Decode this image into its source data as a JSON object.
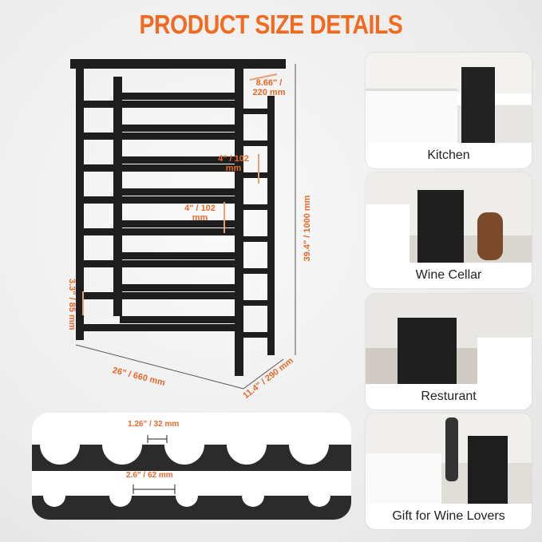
{
  "title": "PRODUCT SIZE DETAILS",
  "accent_color": "#f26a1f",
  "dimensions": {
    "depth_top": "8.66\" / 220 mm",
    "row_gap_1": "4\" / 102 mm",
    "row_gap_2": "4\" / 102 mm",
    "height": "39.4\" / 1000 mm",
    "bottom_gap": "3.3\" / 85 mm",
    "width": "26\" / 660 mm",
    "depth": "11.4\" / 290 mm",
    "slot_neck": "1.26\" / 32 mm",
    "slot_pitch": "2.6\" / 62 mm"
  },
  "scenes": [
    {
      "caption": "Kitchen"
    },
    {
      "caption": "Wine  Cellar"
    },
    {
      "caption": "Resturant"
    },
    {
      "caption": "Gift for Wine Lovers"
    }
  ]
}
